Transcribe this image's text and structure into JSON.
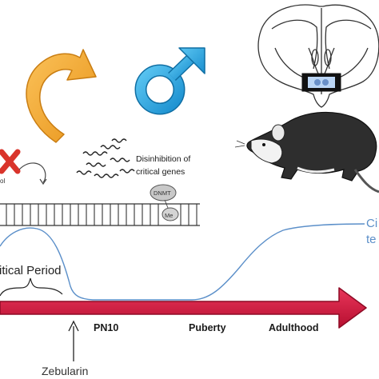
{
  "labels": {
    "disinhibition_line1": "Disinhibition of",
    "disinhibition_line2": "critical genes",
    "critical_period": "ritical Period",
    "pn10": "PN10",
    "puberty": "Puberty",
    "adulthood": "Adulthood",
    "zebularin": "Zebularin",
    "curve_label_line1": "Ci",
    "curve_label_line2": "te",
    "dnmt": "DNMT",
    "me": "Me",
    "partial_left": "ol"
  },
  "icons": [
    "orange-curved-arrow-icon",
    "male-symbol-icon",
    "brain-section-icon",
    "rat-icon",
    "red-cross-icon",
    "dna-strand-icon",
    "dnmt-enzyme-icon",
    "gene-strands-icon",
    "timeline-arrow-icon",
    "zebularin-arrow-icon",
    "brace-icon"
  ],
  "colors": {
    "timeline": "#d0173d",
    "curve": "#5b8fc9",
    "orange_arrow": "#f5a623",
    "male_symbol": "#2aa8e0",
    "cross": "#d9342b",
    "rat": "#2e2e2e"
  }
}
